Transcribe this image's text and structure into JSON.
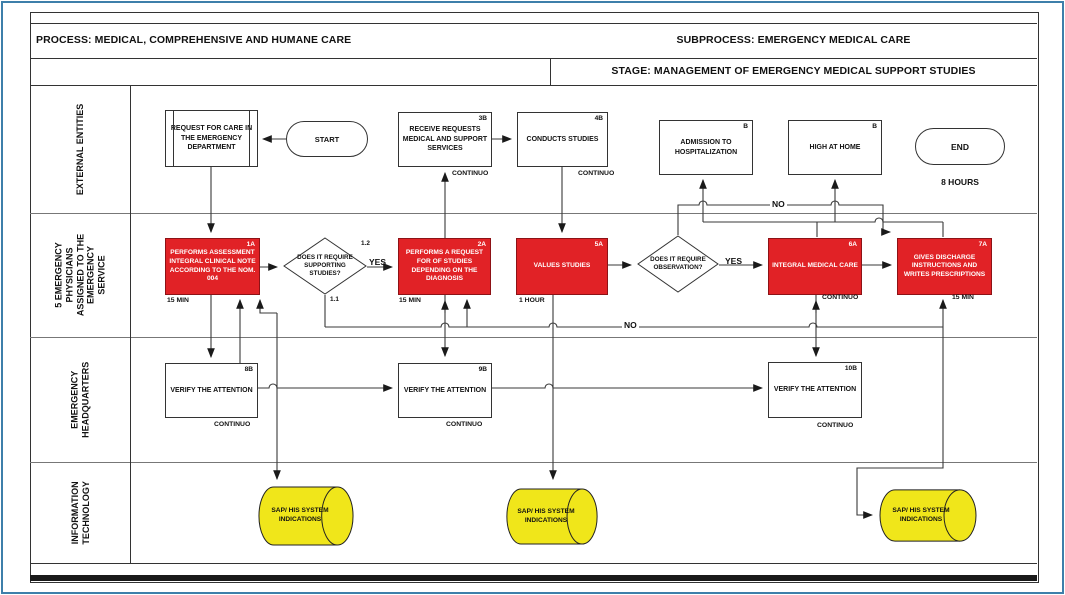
{
  "header": {
    "process": "PROCESS: MEDICAL, COMPREHENSIVE AND HUMANE CARE",
    "subprocess": "SUBPROCESS: EMERGENCY MEDICAL CARE",
    "stage": "STAGE: MANAGEMENT OF EMERGENCY MEDICAL SUPPORT STUDIES"
  },
  "lanes": {
    "lane1": {
      "label": "EXTERNAL ENTITIES"
    },
    "lane2": {
      "label": "5 EMERGENCY PHYSICIANS ASSIGNED TO THE EMERGENCY SERVICE"
    },
    "lane3": {
      "label": "EMERGENCY HEADQUARTERS"
    },
    "lane4": {
      "label": "INFORMATION TECHNOLOGY"
    }
  },
  "nodes": {
    "req_care": {
      "type": "subprocess",
      "label": "REQUEST FOR CARE IN THE EMERGENCY DEPARTMENT"
    },
    "start": {
      "type": "terminator",
      "label": "START"
    },
    "receive_requests": {
      "type": "task",
      "corner": "3B",
      "label": "RECEIVE REQUESTS MEDICAL AND SUPPORT SERVICES",
      "below": "CONTINUO"
    },
    "conducts_studies": {
      "type": "task",
      "corner": "4B",
      "label": "CONDUCTS STUDIES",
      "below": "CONTINUO"
    },
    "admission": {
      "type": "task",
      "corner": "B",
      "label": "ADMISSION TO HOSPITALIZATION"
    },
    "high_at_home": {
      "type": "task",
      "corner": "B",
      "label": "HIGH AT HOME"
    },
    "end": {
      "type": "terminator",
      "label": "END",
      "below": "8 HOURS"
    },
    "performs_assessment": {
      "type": "task",
      "corner": "1A",
      "label": "PERFORMS ASSESSMENT INTEGRAL CLINICAL NOTE ACCORDING TO THE NOM. 004",
      "below": "15 MIN"
    },
    "d_supporting": {
      "type": "decision",
      "label": "DOES IT REQUIRE SUPPORTING STUDIES?",
      "top_right": "1.2",
      "bottom_right": "1.1"
    },
    "performs_request": {
      "type": "task",
      "corner": "2A",
      "label": "PERFORMS A REQUEST FOR OF STUDIES DEPENDING ON THE DIAGNOSIS",
      "below": "15 MIN"
    },
    "values_studies": {
      "type": "task",
      "corner": "5A",
      "label": "VALUES STUDIES",
      "below": "1 HOUR"
    },
    "d_observation": {
      "type": "decision",
      "label": "DOES IT REQUIRE OBSERVATION?"
    },
    "integral_care": {
      "type": "task",
      "corner": "6A",
      "label": "INTEGRAL MEDICAL CARE",
      "below": "CONTINUO"
    },
    "discharge": {
      "type": "task",
      "corner": "7A",
      "label": "GIVES DISCHARGE INSTRUCTIONS AND WRITES PRESCRIPTIONS",
      "below": "15 MIN"
    },
    "verify1": {
      "type": "task",
      "corner": "8B",
      "label": "VERIFY THE ATTENTION",
      "below": "CONTINUO"
    },
    "verify2": {
      "type": "task",
      "corner": "9B",
      "label": "VERIFY THE ATTENTION",
      "below": "CONTINUO"
    },
    "verify3": {
      "type": "task",
      "corner": "10B",
      "label": "VERIFY THE ATTENTION",
      "below": "CONTINUO"
    },
    "sap1": {
      "type": "datastore",
      "label": "SAP/ HIS SYSTEM INDICATIONS"
    },
    "sap2": {
      "type": "datastore",
      "label": "SAP/ HIS SYSTEM INDICATIONS"
    },
    "sap3": {
      "type": "datastore",
      "label": "SAP/ HIS SYSTEM INDICATIONS"
    }
  },
  "edge_labels": {
    "yes1": "YES",
    "yes2": "YES",
    "no_upper": "NO",
    "no_lower": "NO"
  },
  "colors": {
    "task_red": "#E12226",
    "datastore_yellow": "#F0E61A",
    "frame_blue": "#3E7FAA",
    "flow_line": "#3a3a3a",
    "lane_line": "#777777"
  }
}
